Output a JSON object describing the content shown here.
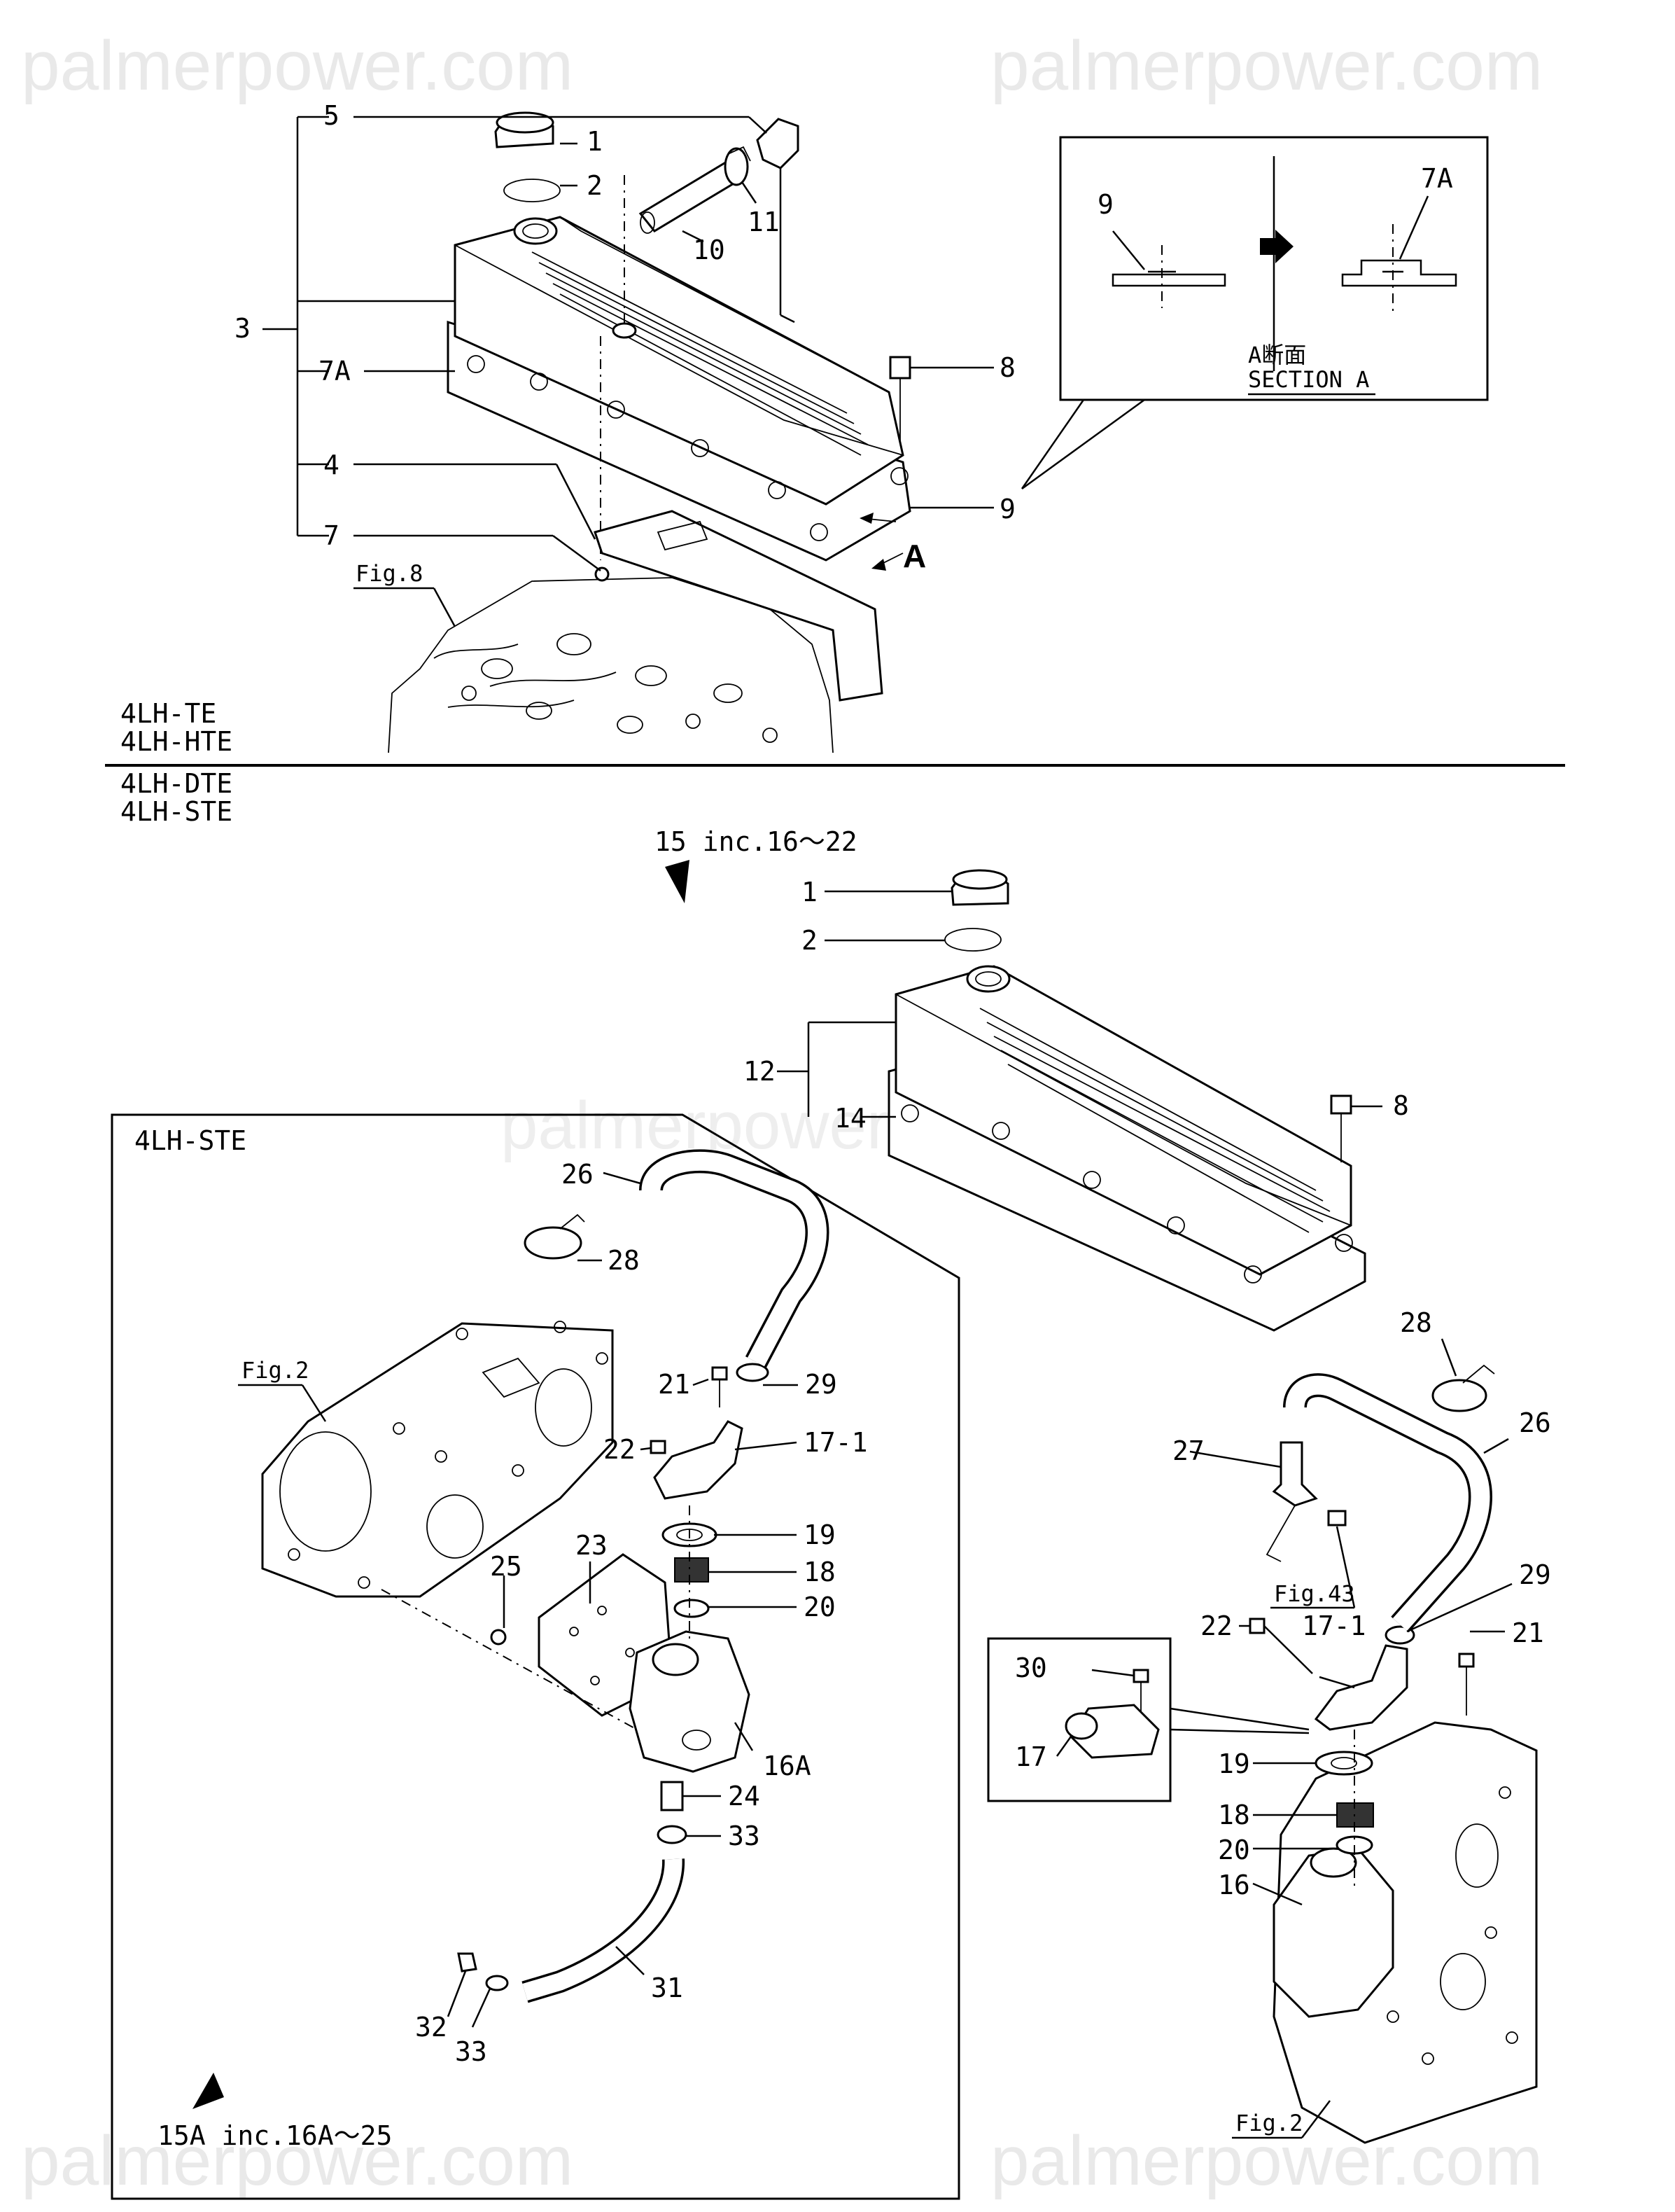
{
  "watermark": "palmerpower.com",
  "models_top": [
    "4LH-TE",
    "4LH-HTE"
  ],
  "models_bottom": [
    "4LH-DTE",
    "4LH-STE"
  ],
  "inset_title": "4LH-STE",
  "section": {
    "label_jp": "A断面",
    "label_en": "SECTION A",
    "arrow_letter": "A"
  },
  "kit_labels": {
    "kit15": "15 inc.16～22",
    "kit15a": "15A inc.16A～25"
  },
  "figure_refs": {
    "fig8": "Fig.8",
    "fig2_left": "Fig.2",
    "fig2_right": "Fig.2",
    "fig43": "Fig.43"
  },
  "callouts_top": [
    "5",
    "1",
    "2",
    "10",
    "11",
    "3",
    "7A",
    "8",
    "4",
    "9",
    "7"
  ],
  "callouts_section": [
    "9",
    "7A"
  ],
  "callouts_mid": [
    "1",
    "2",
    "12",
    "14",
    "8"
  ],
  "callouts_inset": [
    "26",
    "28",
    "21",
    "29",
    "22",
    "17-1",
    "19",
    "18",
    "20",
    "23",
    "25",
    "16A",
    "24",
    "33",
    "31",
    "32",
    "33"
  ],
  "callouts_right": [
    "28",
    "26",
    "27",
    "29",
    "22",
    "17-1",
    "21",
    "30",
    "17",
    "19",
    "18",
    "20",
    "16"
  ]
}
